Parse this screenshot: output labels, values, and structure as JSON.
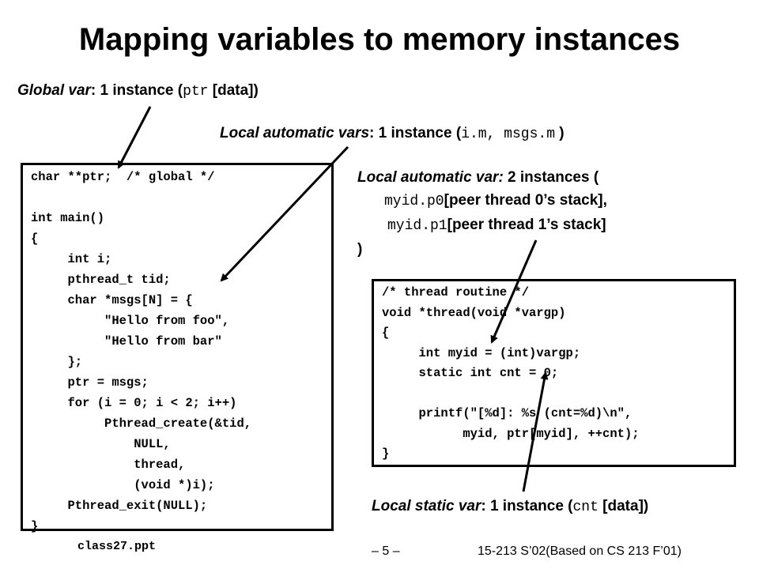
{
  "slide": {
    "title": "Mapping variables to memory instances",
    "annotations": {
      "global": {
        "label": "Global var",
        "text": ": 1 instance (",
        "code": "ptr",
        "suffix": " [data])"
      },
      "local_auto_main": {
        "label": "Local automatic vars",
        "text": ": 1 instance (",
        "code": "i.m, msgs.m",
        "suffix": " )"
      },
      "local_auto_thread": {
        "label": "Local automatic var:",
        "text": " 2 instances (",
        "line2_code": "myid.p0",
        "line2_text": "[peer thread 0’s stack],",
        "line3_code": "myid.p1",
        "line3_text": "[peer thread 1’s stack]",
        "line4": ")"
      },
      "local_static": {
        "label": "Local static var",
        "text": ": 1 instance (",
        "code": "cnt",
        "suffix": " [data])"
      }
    },
    "main_code": [
      "char **ptr;  /* global */",
      "",
      "int main()",
      "{",
      "     int i;",
      "     pthread_t tid;",
      "     char *msgs[N] = {",
      "          \"Hello from foo\",",
      "          \"Hello from bar\"",
      "     };",
      "     ptr = msgs;",
      "     for (i = 0; i < 2; i++)",
      "          Pthread_create(&tid,",
      "              NULL,",
      "              thread,",
      "              (void *)i);",
      "     Pthread_exit(NULL);",
      "}"
    ],
    "thread_code": [
      "/* thread routine */",
      "void *thread(void *vargp)",
      "{",
      "     int myid = (int)vargp;",
      "     static int cnt = 0;",
      "",
      "     printf(\"[%d]: %s (cnt=%d)\\n\",",
      "           myid, ptr[myid], ++cnt);",
      "}"
    ],
    "footer": {
      "file": "class27.ppt",
      "page": "– 5 –",
      "course": "15-213 S’02(Based on CS 213 F’01)"
    }
  }
}
